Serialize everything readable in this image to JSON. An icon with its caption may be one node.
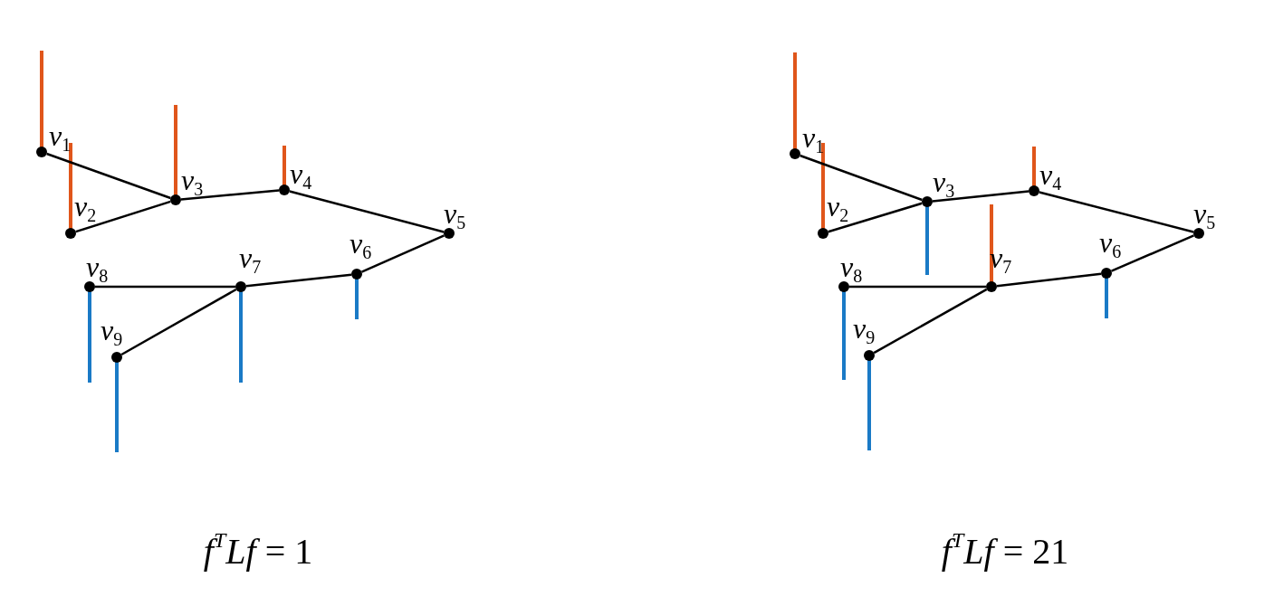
{
  "diagram": {
    "nodes": [
      {
        "text": [
          "*v*$_{1}$"
        ]
      },
      {
        "text": [
          "*v*$_{2}$"
        ]
      },
      {
        "text": [
          "*v*$_{3}$"
        ]
      },
      {
        "text": [
          "*v*$_{4}$"
        ]
      },
      {
        "text": [
          "*v*$_{5}$"
        ]
      },
      {
        "text": [
          "*v*$_{6}$"
        ]
      },
      {
        "text": [
          "*v*$_{7}$"
        ]
      },
      {
        "text": [
          "*v*$_{8}$"
        ]
      },
      {
        "text": [
          "*v*$_{9}$"
        ]
      },
      {
        "text": [
          "*v*$_{1}$"
        ]
      },
      {
        "text": [
          "*v*$_{2}$"
        ]
      },
      {
        "text": [
          "*v*$_{3}$"
        ]
      },
      {
        "text": [
          "*v*$_{4}$"
        ]
      },
      {
        "text": [
          "*v*$_{5}$"
        ]
      },
      {
        "text": [
          "*v*$_{6}$"
        ]
      },
      {
        "text": [
          "*v*$_{7}$"
        ]
      },
      {
        "text": [
          "*v*$_{8}$"
        ]
      },
      {
        "text": [
          "*v*$_{9}$"
        ]
      }
    ],
    "edges": [
      {
        "from": 0,
        "to": 2,
        "arrow": "none"
      },
      {
        "from": 1,
        "to": 2,
        "arrow": "none"
      },
      {
        "from": 2,
        "to": 3,
        "arrow": "none"
      },
      {
        "from": 3,
        "to": 4,
        "arrow": "none"
      },
      {
        "from": 4,
        "to": 5,
        "arrow": "none"
      },
      {
        "from": 5,
        "to": 6,
        "arrow": "none"
      },
      {
        "from": 7,
        "to": 6,
        "arrow": "none"
      },
      {
        "from": 8,
        "to": 6,
        "arrow": "none"
      },
      {
        "from": 9,
        "to": 11,
        "arrow": "none"
      },
      {
        "from": 10,
        "to": 11,
        "arrow": "none"
      },
      {
        "from": 11,
        "to": 12,
        "arrow": "none"
      },
      {
        "from": 12,
        "to": 13,
        "arrow": "none"
      },
      {
        "from": 13,
        "to": 14,
        "arrow": "none"
      },
      {
        "from": 14,
        "to": 15,
        "arrow": "none"
      },
      {
        "from": 16,
        "to": 15,
        "arrow": "none"
      },
      {
        "from": 17,
        "to": 15,
        "arrow": "none"
      }
    ],
    "labels": [
      "*f*$^{T}$*Lf* = 1",
      "*f*$^{T}$*Lf* = 21"
    ]
  }
}
